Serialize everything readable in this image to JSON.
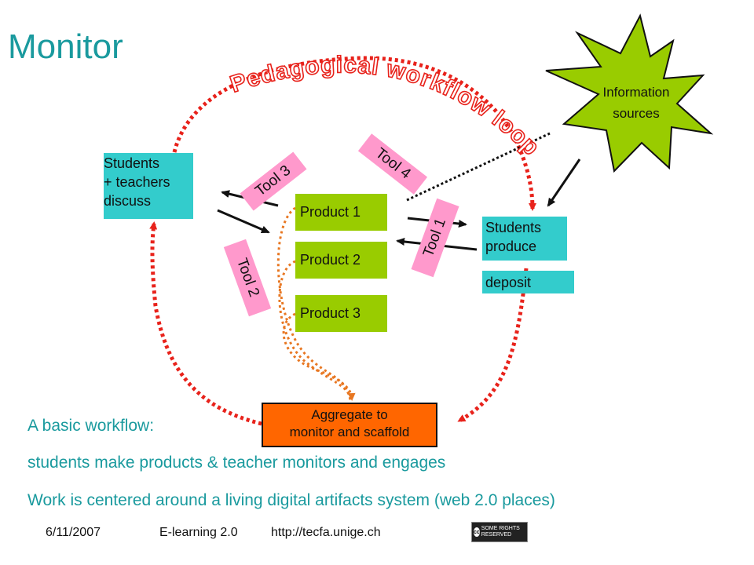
{
  "slide": {
    "title": "Monitor"
  },
  "diagram": {
    "curved_label": "Pedagogical workflow loop",
    "info_sources": "Information sources",
    "students_teachers": [
      "Students",
      "+ teachers",
      "discuss"
    ],
    "students_produce": [
      "Students",
      "produce"
    ],
    "deposit": "deposit",
    "products": [
      "Product 1",
      "Product 2",
      "Product 3"
    ],
    "tools": [
      "Tool 1",
      "Tool 2",
      "Tool 3",
      "Tool 4"
    ],
    "aggregate": [
      "Aggregate to",
      "monitor and scaffold"
    ],
    "colors": {
      "title": "#1a9a9e",
      "cyan": "#33cccc",
      "green": "#99cc00",
      "pink": "#ff99cc",
      "orange": "#ff6600",
      "loop_red": "#e8221b",
      "product_link": "#e87722"
    }
  },
  "text": {
    "line1": "A basic workflow:",
    "line2": "students make products & teacher monitors and engages",
    "line3": "Work is centered around a living digital artifacts system (web 2.0 places)"
  },
  "footer": {
    "date": "6/11/2007",
    "course": "E-learning 2.0",
    "url": "http://tecfa.unige.ch",
    "cc_badge": "SOME RIGHTS RESERVED",
    "cc_icon": "cc-icon"
  }
}
